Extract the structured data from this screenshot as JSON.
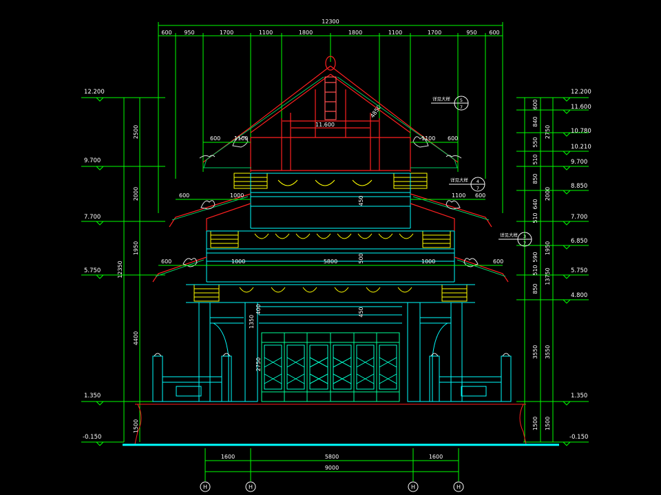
{
  "top_dims": {
    "overall": "12300",
    "segments": [
      "600",
      "950",
      "1700",
      "1100",
      "1800",
      "1800",
      "1100",
      "1700",
      "950",
      "600"
    ]
  },
  "levels_left": [
    "12.200",
    "9.700",
    "7.700",
    "5.750",
    "1.350",
    "-0.150"
  ],
  "levels_right": [
    "12.200",
    "11.600",
    "10.780",
    "10.210",
    "9.700",
    "8.850",
    "7.700",
    "6.850",
    "5.750",
    "4.800",
    "1.350",
    "-0.150"
  ],
  "left_dims": {
    "inner": [
      "2500",
      "2000",
      "1950",
      "4400",
      "1500"
    ],
    "overall": "12350"
  },
  "right_dims": {
    "inner": [
      "600",
      "840",
      "550",
      "510",
      "850",
      "640",
      "510",
      "590",
      "510",
      "850",
      "3550",
      "1500"
    ],
    "mid": [
      "2750",
      "2000",
      "1950",
      "3550",
      "1500"
    ],
    "overall": "13750"
  },
  "inner_dims": {
    "roof_top_left": [
      "600",
      "1100"
    ],
    "roof_top_right": [
      "1100",
      "600"
    ],
    "roof_mid_left": [
      "600",
      "1000"
    ],
    "roof_mid_right": [
      "1100",
      "600"
    ],
    "roof_low_left": [
      "600",
      "1000"
    ],
    "roof_low_center": "5800",
    "roof_low_right": [
      "1000",
      "600"
    ],
    "ridge_level": "11.600",
    "rafter_len": "4850",
    "v_450_a": "450",
    "v_500": "500",
    "v_450_b": "450",
    "door_h": "2750",
    "col_a": "400",
    "col_b": "1350"
  },
  "callouts": [
    {
      "text": "详见大样",
      "num": "5",
      "sheet": "7"
    },
    {
      "text": "详见大样",
      "num": "4",
      "sheet": "7"
    },
    {
      "text": "详见大样",
      "num": "3",
      "sheet": "7"
    }
  ],
  "bottom_dims": {
    "segments": [
      "1600",
      "5800",
      "1600"
    ],
    "overall": "9000"
  },
  "axes": [
    "H",
    "H",
    "H",
    "H"
  ],
  "colors": {
    "dimension": "#00ff00",
    "roof": "#ff2020",
    "structure": "#00ffff",
    "bracket": "#ffff00",
    "ornament": "#e0e0e0",
    "text": "#ffffff"
  }
}
